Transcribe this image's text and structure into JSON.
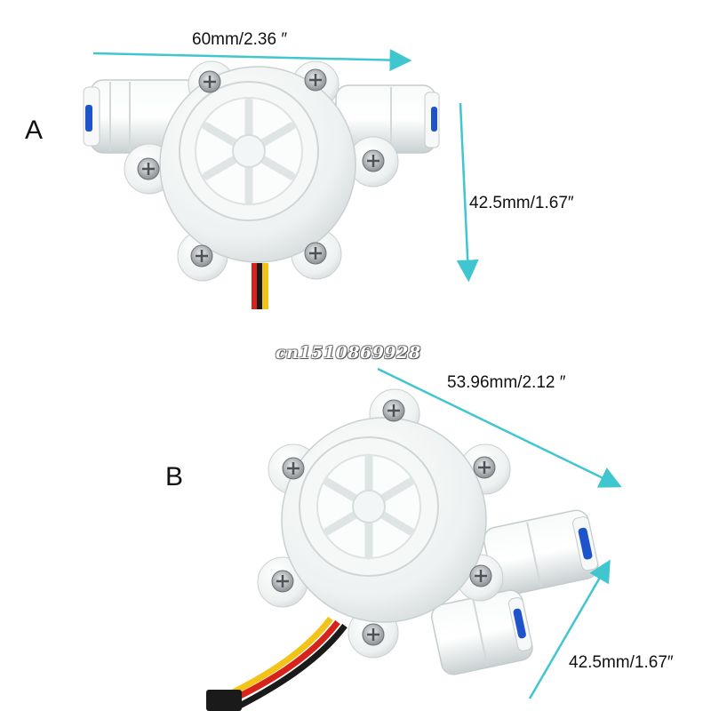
{
  "labels": {
    "a": "A",
    "b": "B"
  },
  "dimensions": {
    "a_width": "60mm/2.36 ″",
    "a_height": "42.5mm/1.67″",
    "b_width": "53.96mm/2.12 ″",
    "b_height": "42.5mm/1.67″"
  },
  "watermark": "cn1510869928",
  "colors": {
    "arrow": "#3fc6cf",
    "body": "#f4f6f6",
    "seal": "#1f53c9",
    "wire_red": "#d6231c",
    "wire_yellow": "#f2c418",
    "wire_black": "#1a1a1a"
  }
}
